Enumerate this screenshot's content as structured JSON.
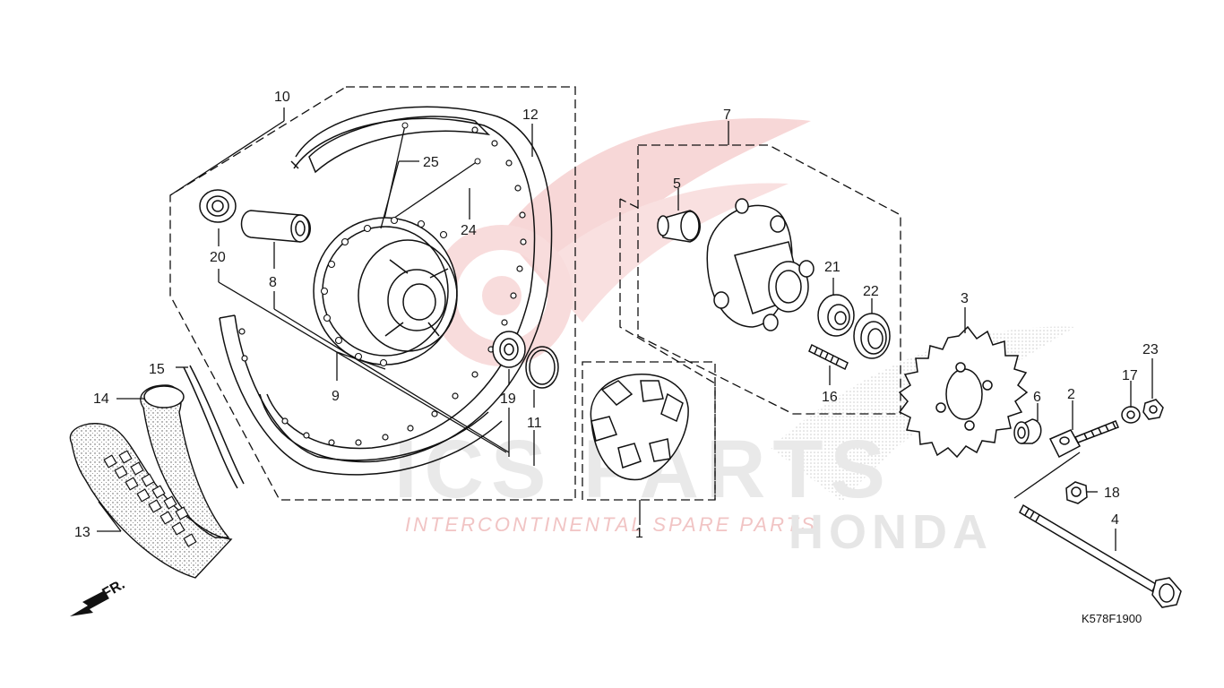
{
  "diagram": {
    "diagram_code": "K578F1900",
    "front_arrow_label": "FR.",
    "watermark": {
      "brand": "ICS PARTS",
      "tagline": "INTERCONTINENTAL SPARE PARTS",
      "honda": "HONDA"
    },
    "callouts": [
      {
        "id": "c1",
        "text": "1"
      },
      {
        "id": "c2",
        "text": "2"
      },
      {
        "id": "c3",
        "text": "3"
      },
      {
        "id": "c4",
        "text": "4"
      },
      {
        "id": "c5",
        "text": "5"
      },
      {
        "id": "c6",
        "text": "6"
      },
      {
        "id": "c7",
        "text": "7"
      },
      {
        "id": "c8",
        "text": "8"
      },
      {
        "id": "c9",
        "text": "9"
      },
      {
        "id": "c10",
        "text": "10"
      },
      {
        "id": "c11",
        "text": "11"
      },
      {
        "id": "c12",
        "text": "12"
      },
      {
        "id": "c13",
        "text": "13"
      },
      {
        "id": "c14",
        "text": "14"
      },
      {
        "id": "c15",
        "text": "15"
      },
      {
        "id": "c16",
        "text": "16"
      },
      {
        "id": "c17",
        "text": "17"
      },
      {
        "id": "c18",
        "text": "18"
      },
      {
        "id": "c19",
        "text": "19"
      },
      {
        "id": "c20",
        "text": "20"
      },
      {
        "id": "c21",
        "text": "21"
      },
      {
        "id": "c22",
        "text": "22"
      },
      {
        "id": "c23",
        "text": "23"
      },
      {
        "id": "c24",
        "text": "24"
      },
      {
        "id": "c25",
        "text": "25"
      }
    ]
  }
}
